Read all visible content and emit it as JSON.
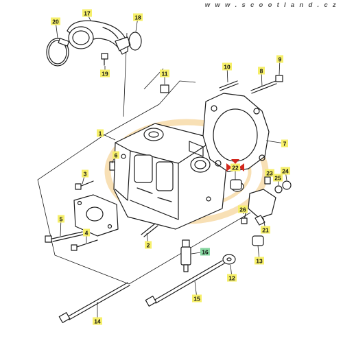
{
  "watermark": "w w w . s c o o t l a n d . c z",
  "tag_color": "#f6ef6a",
  "tag_color_special": "#86d6a0",
  "callout_color": "#d2271c",
  "logo_color": "#f3c77a",
  "callouts": [
    {
      "id": "1"
    },
    {
      "id": "2"
    },
    {
      "id": "3"
    },
    {
      "id": "4"
    },
    {
      "id": "5"
    },
    {
      "id": "6"
    },
    {
      "id": "7"
    },
    {
      "id": "8"
    },
    {
      "id": "9"
    },
    {
      "id": "10"
    },
    {
      "id": "11"
    },
    {
      "id": "12"
    },
    {
      "id": "13"
    },
    {
      "id": "14"
    },
    {
      "id": "15"
    },
    {
      "id": "16",
      "highlight": true
    },
    {
      "id": "17"
    },
    {
      "id": "18"
    },
    {
      "id": "19"
    },
    {
      "id": "20"
    },
    {
      "id": "21"
    },
    {
      "id": "22"
    },
    {
      "id": "23"
    },
    {
      "id": "24"
    },
    {
      "id": "25"
    },
    {
      "id": "26"
    }
  ]
}
